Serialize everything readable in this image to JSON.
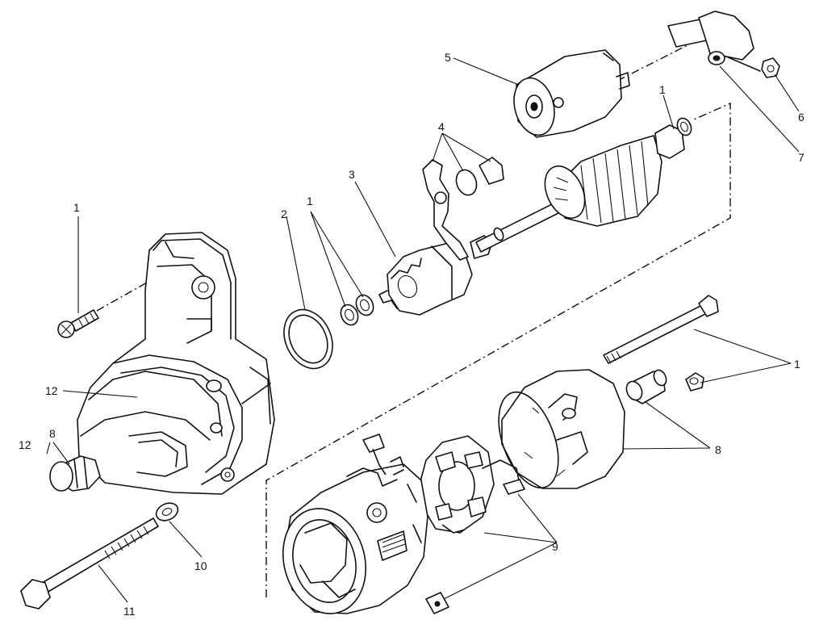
{
  "callouts": {
    "c1_bolt": "1",
    "c1_rings": "1",
    "c1_right": "1",
    "c1_armature": "1",
    "c2": "2",
    "c3": "3",
    "c4": "4",
    "c5": "5",
    "c6": "6",
    "c7": "7",
    "c8_left": "8",
    "c8_right": "8",
    "c9": "9",
    "c10": "10",
    "c11": "11",
    "c12_top": "12",
    "c12_left": "12"
  }
}
